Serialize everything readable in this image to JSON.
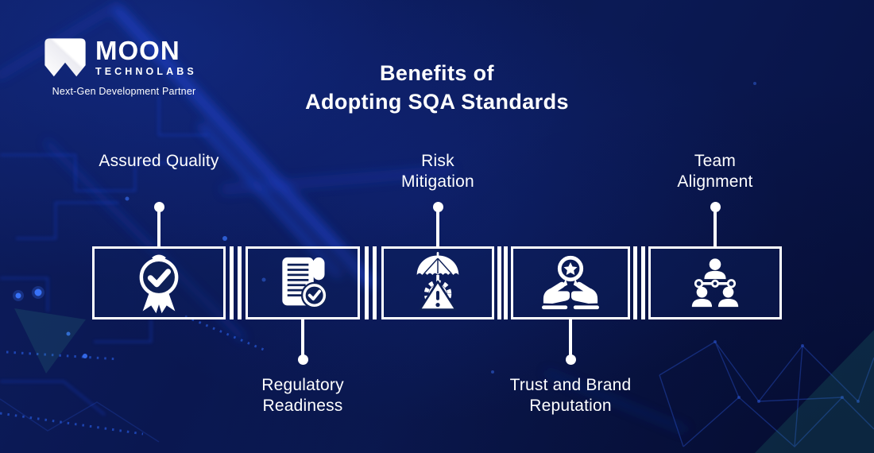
{
  "brand": {
    "name": "MOON",
    "suffix": "TECHNOLABS",
    "tagline": "Next-Gen Development Partner"
  },
  "title": {
    "line1": "Benefits of",
    "line2": "Adopting SQA Standards"
  },
  "benefits": [
    {
      "label": "Assured Quality",
      "icon": "award-check-icon",
      "label_position": "top"
    },
    {
      "label": "Regulatory Readiness",
      "icon": "document-check-icon",
      "label_position": "bottom"
    },
    {
      "label": "Risk Mitigation",
      "icon": "umbrella-gear-warning-icon",
      "label_position": "top"
    },
    {
      "label": "Trust and Brand Reputation",
      "icon": "hands-award-icon",
      "label_position": "bottom"
    },
    {
      "label": "Team Alignment",
      "icon": "org-chart-icon",
      "label_position": "top"
    }
  ],
  "colors": {
    "background_navy": "#0b1850",
    "accent_blue": "#1e49e0",
    "panel_navy": "#0e2057",
    "foreground": "#ffffff",
    "teal_accent": "#2f9a80"
  }
}
